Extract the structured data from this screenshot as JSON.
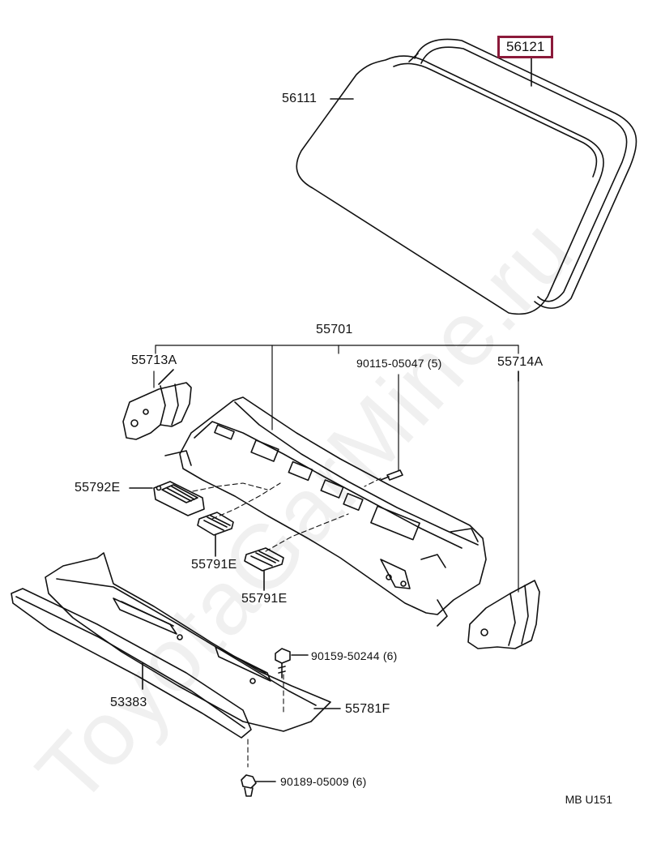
{
  "watermark": "ToyotaGarMine.ru",
  "diagram_code": "MB  U151",
  "highlighted_part": "56121",
  "parts": {
    "windshield_weatherstrip": "56121",
    "windshield_glass": "56111",
    "cowl_panel_group": "55701",
    "cowl_side_left": "55713A",
    "cowl_side_right": "55714A",
    "bolt_upper": "90115-05047 (5)",
    "vent_louver_left": "55792E",
    "vent_louver_center_1": "55791E",
    "vent_louver_center_2": "55791E",
    "seal_strip": "53383",
    "cowl_top_ventilator": "55781F",
    "screw": "90159-50244 (6)",
    "clip": "90189-05009 (6)"
  }
}
